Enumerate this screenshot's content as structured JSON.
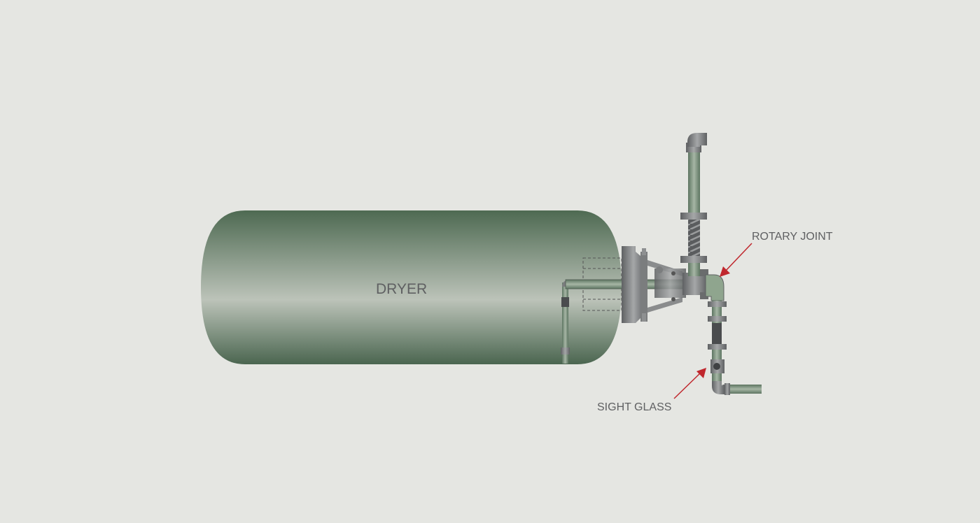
{
  "diagram": {
    "dryer_label": "DRYER",
    "rotary_joint_label": "ROTARY JOINT",
    "sight_glass_label": "SIGHT GLASS",
    "colors": {
      "background": "#e5e6e2",
      "dryer_dark": "#4e6a52",
      "dryer_light": "#b8c0b6",
      "pipe": "#7f9a80",
      "metal": "#7b7d7e",
      "arrow": "#c0272d",
      "text": "#5f6062"
    }
  }
}
